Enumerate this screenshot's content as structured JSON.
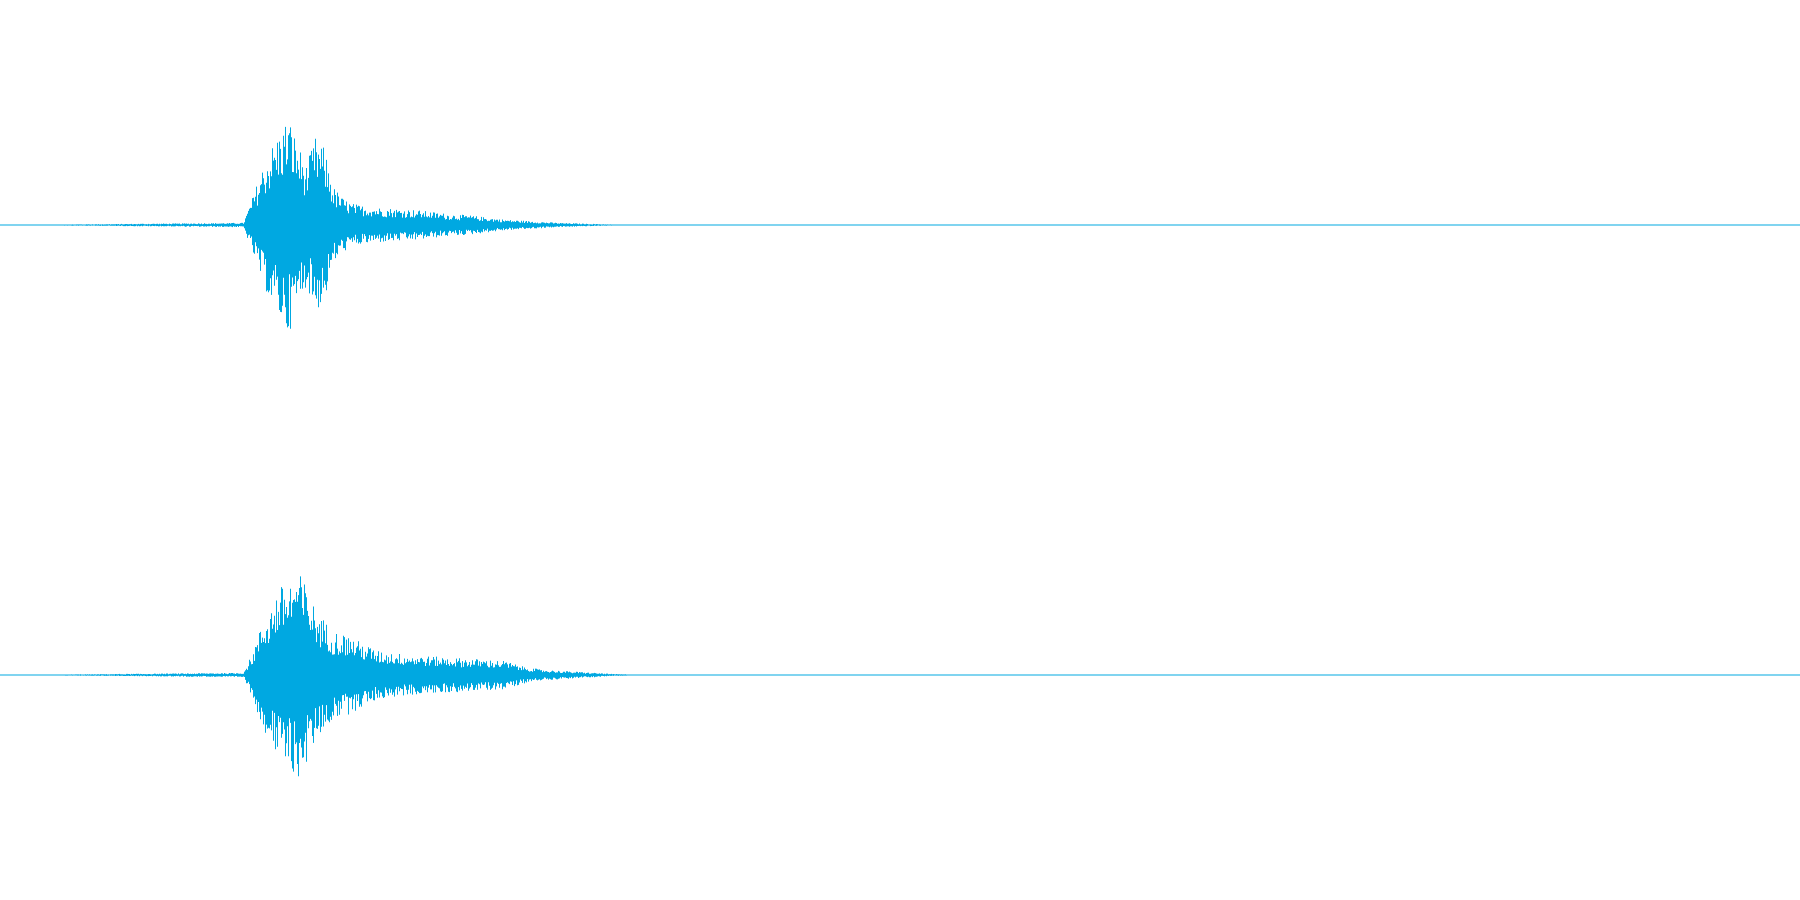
{
  "colors": {
    "background": "#ffffff",
    "waveform": "#00a8e1"
  },
  "chart_data": {
    "type": "area",
    "title": "",
    "xlabel": "",
    "ylabel": "",
    "grid": false,
    "legend": "none",
    "xlim": [
      0,
      1
    ],
    "ylim": [
      -1,
      1
    ],
    "series": [
      {
        "x": [
          0.0,
          0.135,
          0.14,
          0.145,
          0.15,
          0.155,
          0.16,
          0.165,
          0.17,
          0.175,
          0.18,
          0.185,
          0.19,
          0.195,
          0.2,
          0.21,
          0.22,
          0.23,
          0.24,
          0.25,
          0.26,
          0.27,
          0.28,
          0.29,
          0.3,
          0.31,
          0.32,
          0.33,
          0.34,
          0.35,
          1.0
        ],
        "values": [
          0.0,
          0.02,
          0.25,
          0.5,
          0.7,
          0.85,
          1.0,
          0.75,
          0.55,
          0.8,
          0.7,
          0.35,
          0.25,
          0.2,
          0.18,
          0.16,
          0.15,
          0.14,
          0.12,
          0.1,
          0.09,
          0.07,
          0.05,
          0.04,
          0.03,
          0.02,
          0.015,
          0.01,
          0.005,
          0.002,
          0.0
        ]
      },
      {
        "x": [
          0.0,
          0.135,
          0.14,
          0.145,
          0.15,
          0.155,
          0.16,
          0.165,
          0.17,
          0.175,
          0.18,
          0.185,
          0.19,
          0.195,
          0.2,
          0.21,
          0.22,
          0.23,
          0.24,
          0.25,
          0.26,
          0.27,
          0.28,
          0.29,
          0.3,
          0.31,
          0.32,
          0.33,
          0.34,
          0.35,
          1.0
        ],
        "values": [
          0.0,
          0.02,
          0.2,
          0.45,
          0.62,
          0.8,
          0.85,
          0.95,
          0.82,
          0.6,
          0.5,
          0.4,
          0.38,
          0.35,
          0.3,
          0.22,
          0.2,
          0.18,
          0.17,
          0.16,
          0.15,
          0.14,
          0.13,
          0.08,
          0.05,
          0.04,
          0.03,
          0.02,
          0.01,
          0.005,
          0.0
        ]
      }
    ]
  }
}
